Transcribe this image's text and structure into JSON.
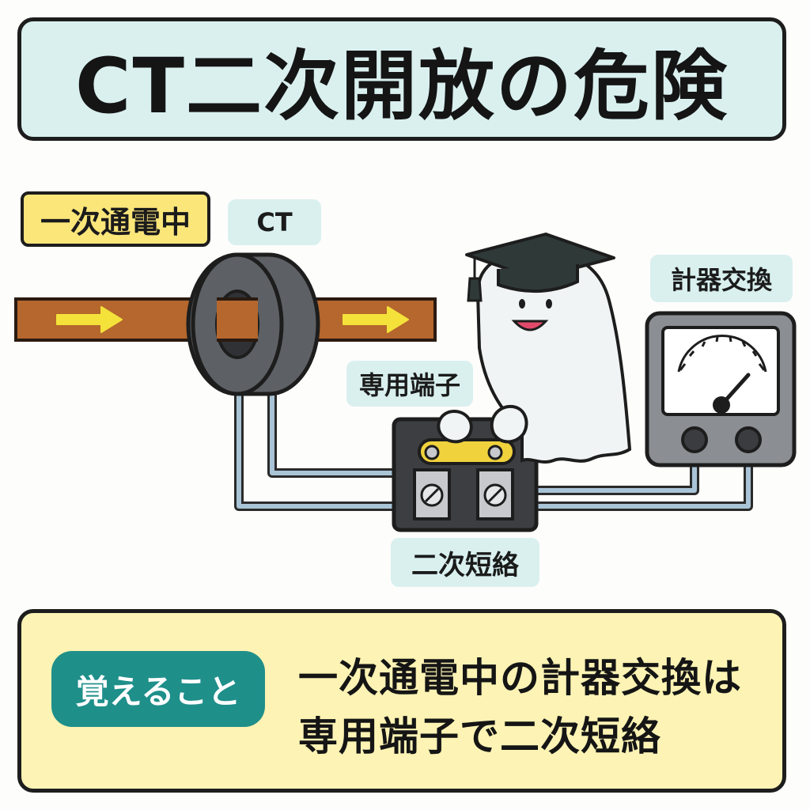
{
  "title": "CT二次開放の危険",
  "labels": {
    "primary_energized": "一次通電中",
    "ct": "CT",
    "meter_replacement": "計器交換",
    "dedicated_terminal": "専用端子",
    "secondary_short": "二次短絡"
  },
  "remember": {
    "badge": "覚えること",
    "line1": "一次通電中の計器交換は",
    "line2": "専用端子で二次短絡"
  },
  "icons": {
    "arrow": "arrow-right-icon",
    "ct": "ct-ring-icon",
    "meter": "analog-meter-icon",
    "mascot": "ghost-graduate-icon",
    "terminal": "terminal-block-icon"
  },
  "colors": {
    "title_bg": "#d9f0ef",
    "tag_yellow": "#fbe67a",
    "remember_bg": "#fcf3b4",
    "badge_teal": "#1f8f8a",
    "conductor": "#b5672d",
    "arrow_yellow": "#f4e23a",
    "wire": "#a9c4d6",
    "short_bar": "#f0d23c"
  }
}
